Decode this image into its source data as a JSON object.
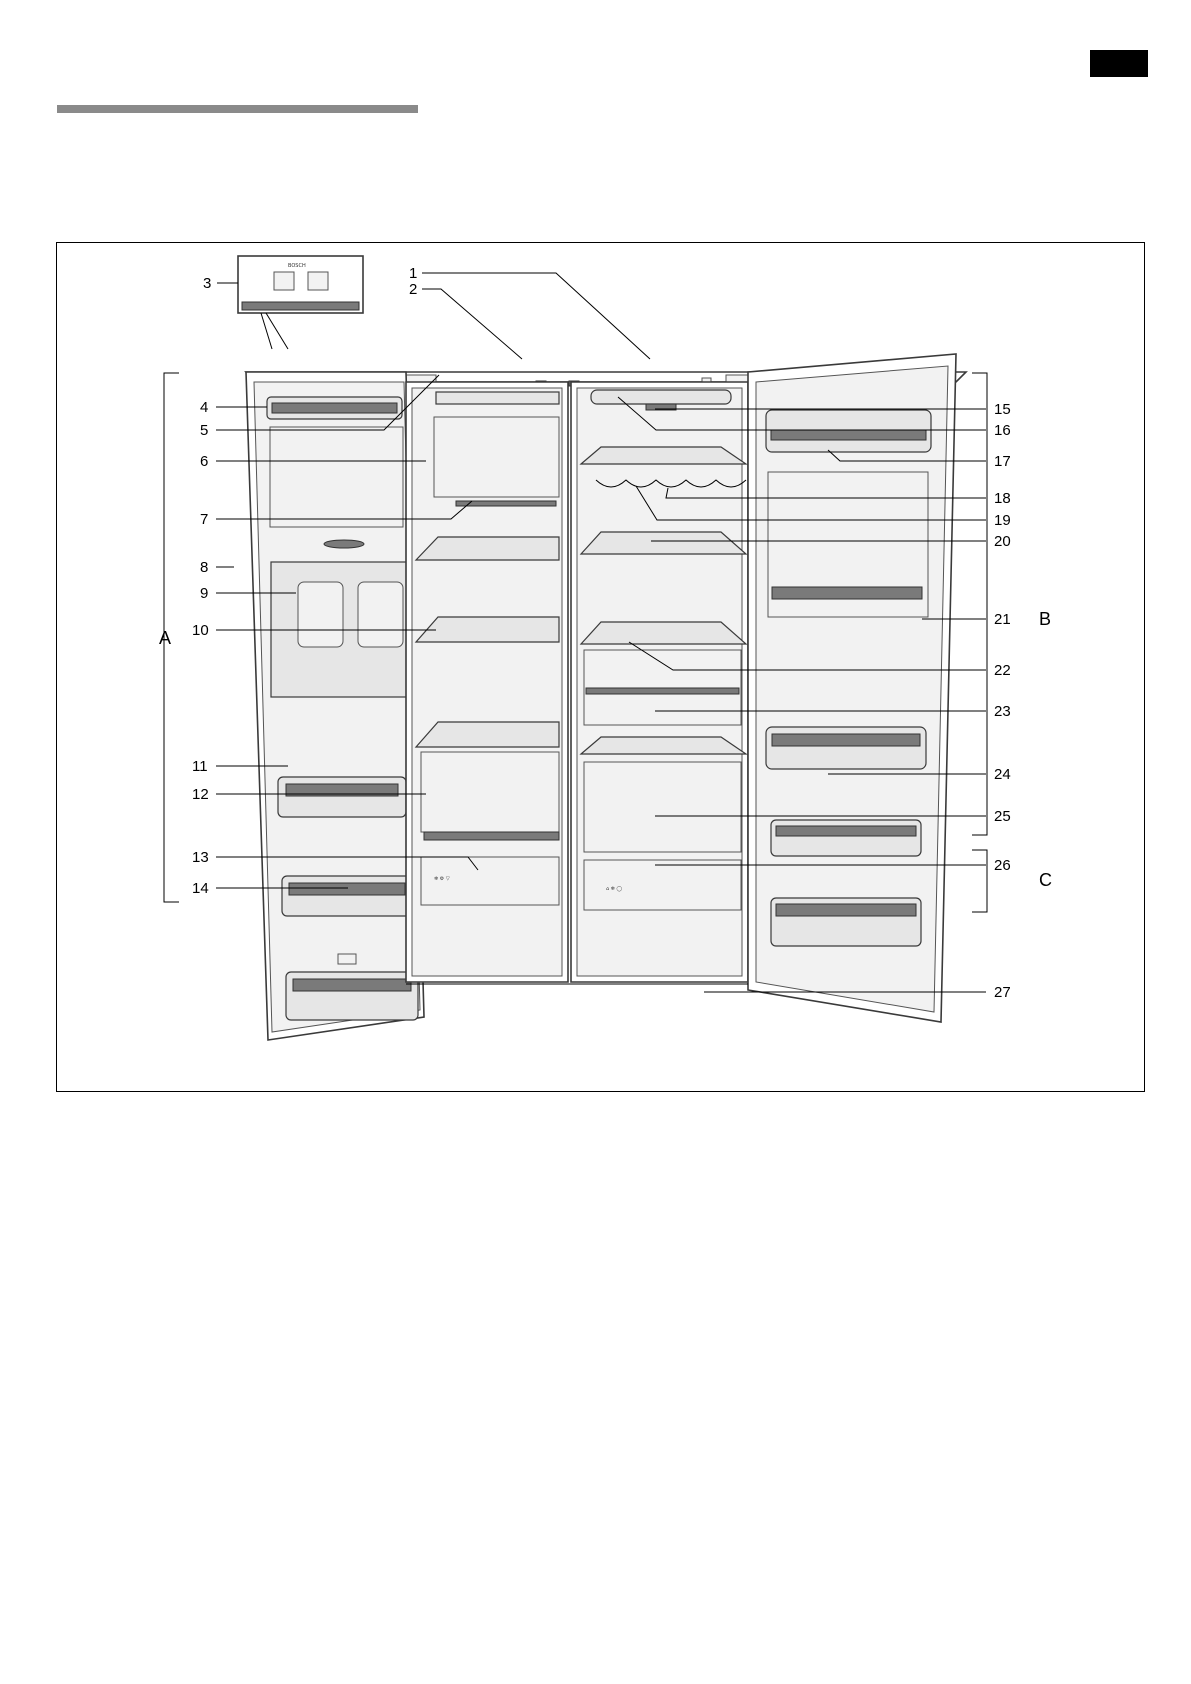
{
  "callouts": [
    {
      "id": "1",
      "label": "1"
    },
    {
      "id": "2",
      "label": "2"
    },
    {
      "id": "3",
      "label": "3"
    },
    {
      "id": "4",
      "label": "4"
    },
    {
      "id": "5",
      "label": "5"
    },
    {
      "id": "6",
      "label": "6"
    },
    {
      "id": "7",
      "label": "7"
    },
    {
      "id": "8",
      "label": "8"
    },
    {
      "id": "9",
      "label": "9"
    },
    {
      "id": "10",
      "label": "10"
    },
    {
      "id": "11",
      "label": "11"
    },
    {
      "id": "12",
      "label": "12"
    },
    {
      "id": "13",
      "label": "13"
    },
    {
      "id": "14",
      "label": "14"
    },
    {
      "id": "15",
      "label": "15"
    },
    {
      "id": "16",
      "label": "16"
    },
    {
      "id": "17",
      "label": "17"
    },
    {
      "id": "18",
      "label": "18"
    },
    {
      "id": "19",
      "label": "19"
    },
    {
      "id": "20",
      "label": "20"
    },
    {
      "id": "21",
      "label": "21"
    },
    {
      "id": "22",
      "label": "22"
    },
    {
      "id": "23",
      "label": "23"
    },
    {
      "id": "24",
      "label": "24"
    },
    {
      "id": "25",
      "label": "25"
    },
    {
      "id": "26",
      "label": "26"
    },
    {
      "id": "27",
      "label": "27"
    }
  ],
  "groups": [
    {
      "id": "A",
      "label": "A"
    },
    {
      "id": "B",
      "label": "B"
    },
    {
      "id": "C",
      "label": "C"
    }
  ],
  "panel": {
    "brand": "BOSCH"
  },
  "colors": {
    "header_rule": "#8a8a8a",
    "lang_tab": "#000000",
    "frame": "#000000"
  }
}
